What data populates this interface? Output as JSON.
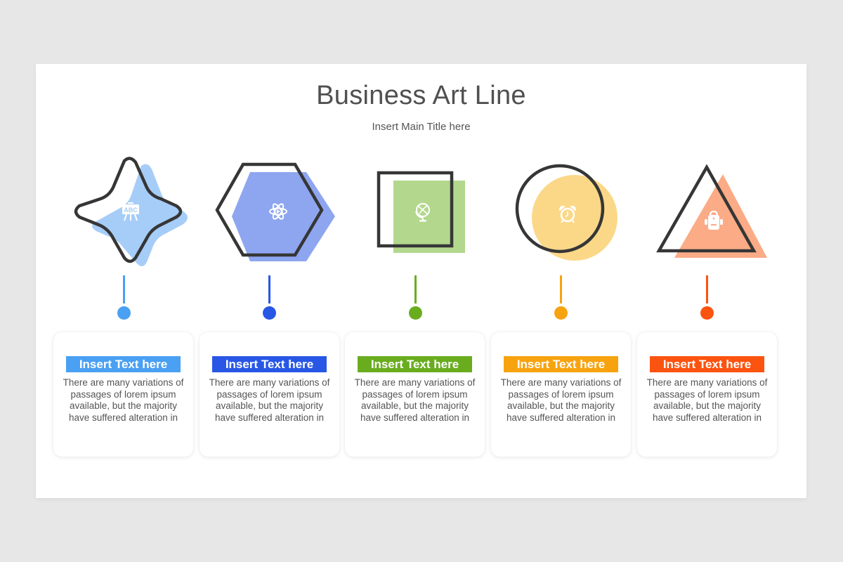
{
  "slide": {
    "title": "Business Art Line",
    "subtitle": "Insert Main Title here"
  },
  "items": [
    {
      "shape": "four-point-star",
      "icon": "presentation-board-abc-icon",
      "icon_text": "ABC",
      "color": "#4aa0f2",
      "fill_color": "#a6cdf8",
      "label": "Insert Text here",
      "body": "There are many variations of passages of lorem ipsum available, but the majority have suffered alteration in"
    },
    {
      "shape": "hexagon",
      "icon": "atom-icon",
      "color": "#2857e6",
      "fill_color": "#8ea6f0",
      "label": "Insert Text here",
      "body": "There are many variations of passages of lorem ipsum available, but the majority have suffered alteration in"
    },
    {
      "shape": "square",
      "icon": "globe-icon",
      "color": "#69ad1f",
      "fill_color": "#b3d78d",
      "label": "Insert Text here",
      "body": "There are many variations of passages of lorem ipsum available, but the majority have suffered alteration in"
    },
    {
      "shape": "circle",
      "icon": "alarm-clock-icon",
      "color": "#f7a310",
      "fill_color": "#fbd888",
      "label": "Insert Text here",
      "body": "There are many variations of passages of lorem ipsum available, but the majority have suffered alteration in"
    },
    {
      "shape": "triangle",
      "icon": "backpack-icon",
      "color": "#fb5310",
      "fill_color": "#fbab86",
      "label": "Insert Text here",
      "body": "There are many variations of passages of lorem ipsum available, but the majority have suffered alteration in"
    }
  ],
  "outline_color": "#363636"
}
